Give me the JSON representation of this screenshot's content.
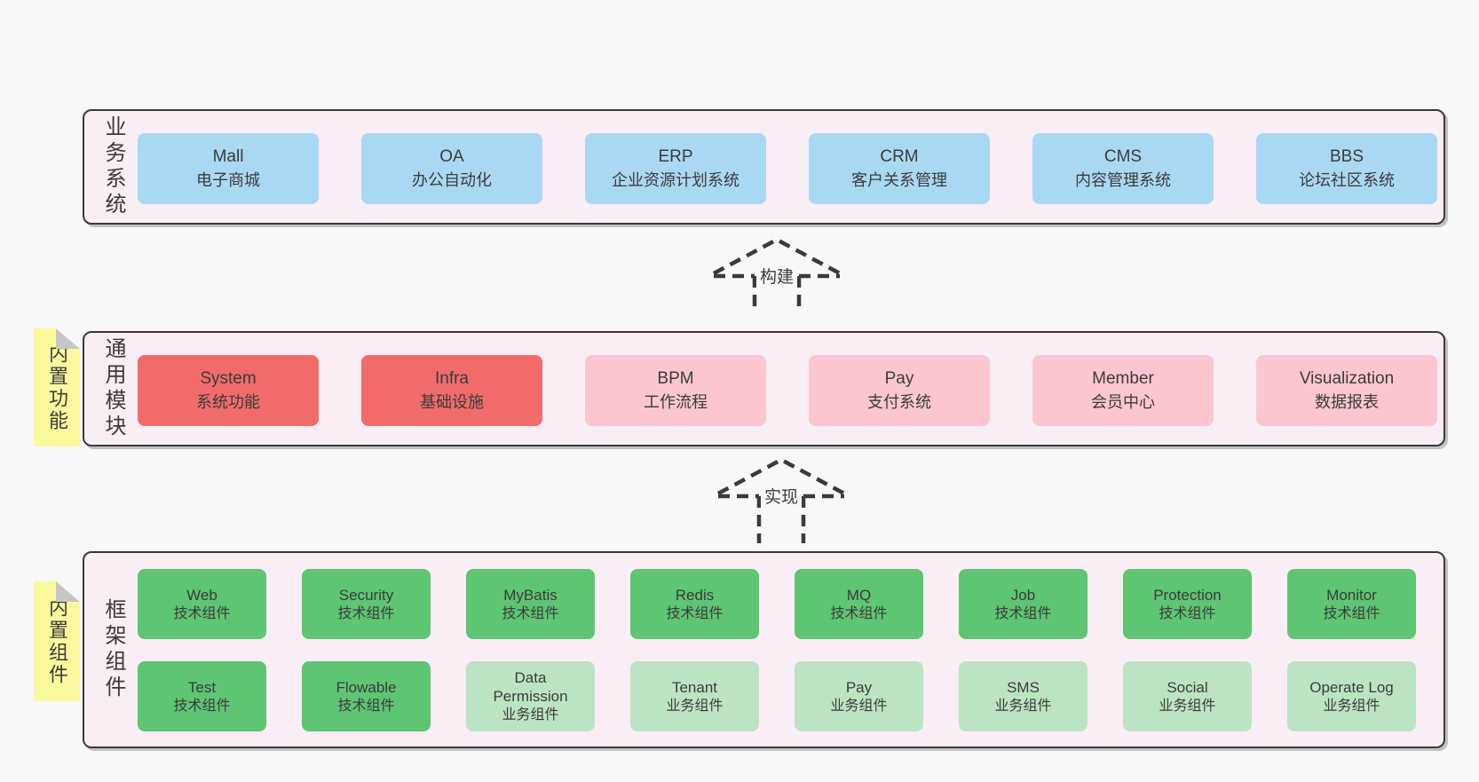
{
  "palette": {
    "page-bg": "#f8f8f8",
    "panel-bg": "#f9edf6",
    "panel-border": "#3a3a3a",
    "blue": "#a9d9f2",
    "red": "#f26b6b",
    "pink": "#fbc6d0",
    "green": "#5ec573",
    "green-light": "#bce4c3",
    "sticky-yellow": "#fbf99e",
    "fold-gray": "#c6c6c6",
    "text": "#3b3b3b"
  },
  "sections": {
    "business": {
      "label": "业务系统",
      "items": [
        {
          "name": "Mall",
          "desc": "电子商城"
        },
        {
          "name": "OA",
          "desc": "办公自动化"
        },
        {
          "name": "ERP",
          "desc": "企业资源计划系统"
        },
        {
          "name": "CRM",
          "desc": "客户关系管理"
        },
        {
          "name": "CMS",
          "desc": "内容管理系统"
        },
        {
          "name": "BBS",
          "desc": "论坛社区系统"
        }
      ]
    },
    "modules": {
      "label": "通用模块",
      "sticky": "内置功能",
      "items": [
        {
          "name": "System",
          "desc": "系统功能"
        },
        {
          "name": "Infra",
          "desc": "基础设施"
        },
        {
          "name": "BPM",
          "desc": "工作流程"
        },
        {
          "name": "Pay",
          "desc": "支付系统"
        },
        {
          "name": "Member",
          "desc": "会员中心"
        },
        {
          "name": "Visualization",
          "desc": "数据报表"
        }
      ]
    },
    "components": {
      "label": "框架组件",
      "sticky": "内置组件",
      "row1": [
        {
          "name": "Web",
          "desc": "技术组件"
        },
        {
          "name": "Security",
          "desc": "技术组件"
        },
        {
          "name": "MyBatis",
          "desc": "技术组件"
        },
        {
          "name": "Redis",
          "desc": "技术组件"
        },
        {
          "name": "MQ",
          "desc": "技术组件"
        },
        {
          "name": "Job",
          "desc": "技术组件"
        },
        {
          "name": "Protection",
          "desc": "技术组件"
        },
        {
          "name": "Monitor",
          "desc": "技术组件"
        }
      ],
      "row2": [
        {
          "name": "Test",
          "desc": "技术组件"
        },
        {
          "name": "Flowable",
          "desc": "技术组件"
        },
        {
          "name": "Data Permission",
          "desc": "业务组件"
        },
        {
          "name": "Tenant",
          "desc": "业务组件"
        },
        {
          "name": "Pay",
          "desc": "业务组件"
        },
        {
          "name": "SMS",
          "desc": "业务组件"
        },
        {
          "name": "Social",
          "desc": "业务组件"
        },
        {
          "name": "Operate Log",
          "desc": "业务组件"
        }
      ]
    }
  },
  "arrows": {
    "build": {
      "label": "构建"
    },
    "implement": {
      "label": "实现"
    }
  }
}
